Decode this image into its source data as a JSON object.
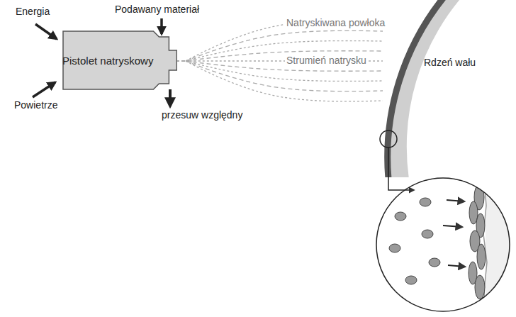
{
  "diagram": {
    "nodes": [
      {
        "text": [
          "Pistolet natryskowy"
        ]
      }
    ],
    "labels": [
      "Energia",
      "Podawany materiał",
      "Powietrze",
      "przesuw względny",
      "Natryskiwana powłoka",
      "Strumień natrysku",
      "Rdzeń wału"
    ]
  }
}
